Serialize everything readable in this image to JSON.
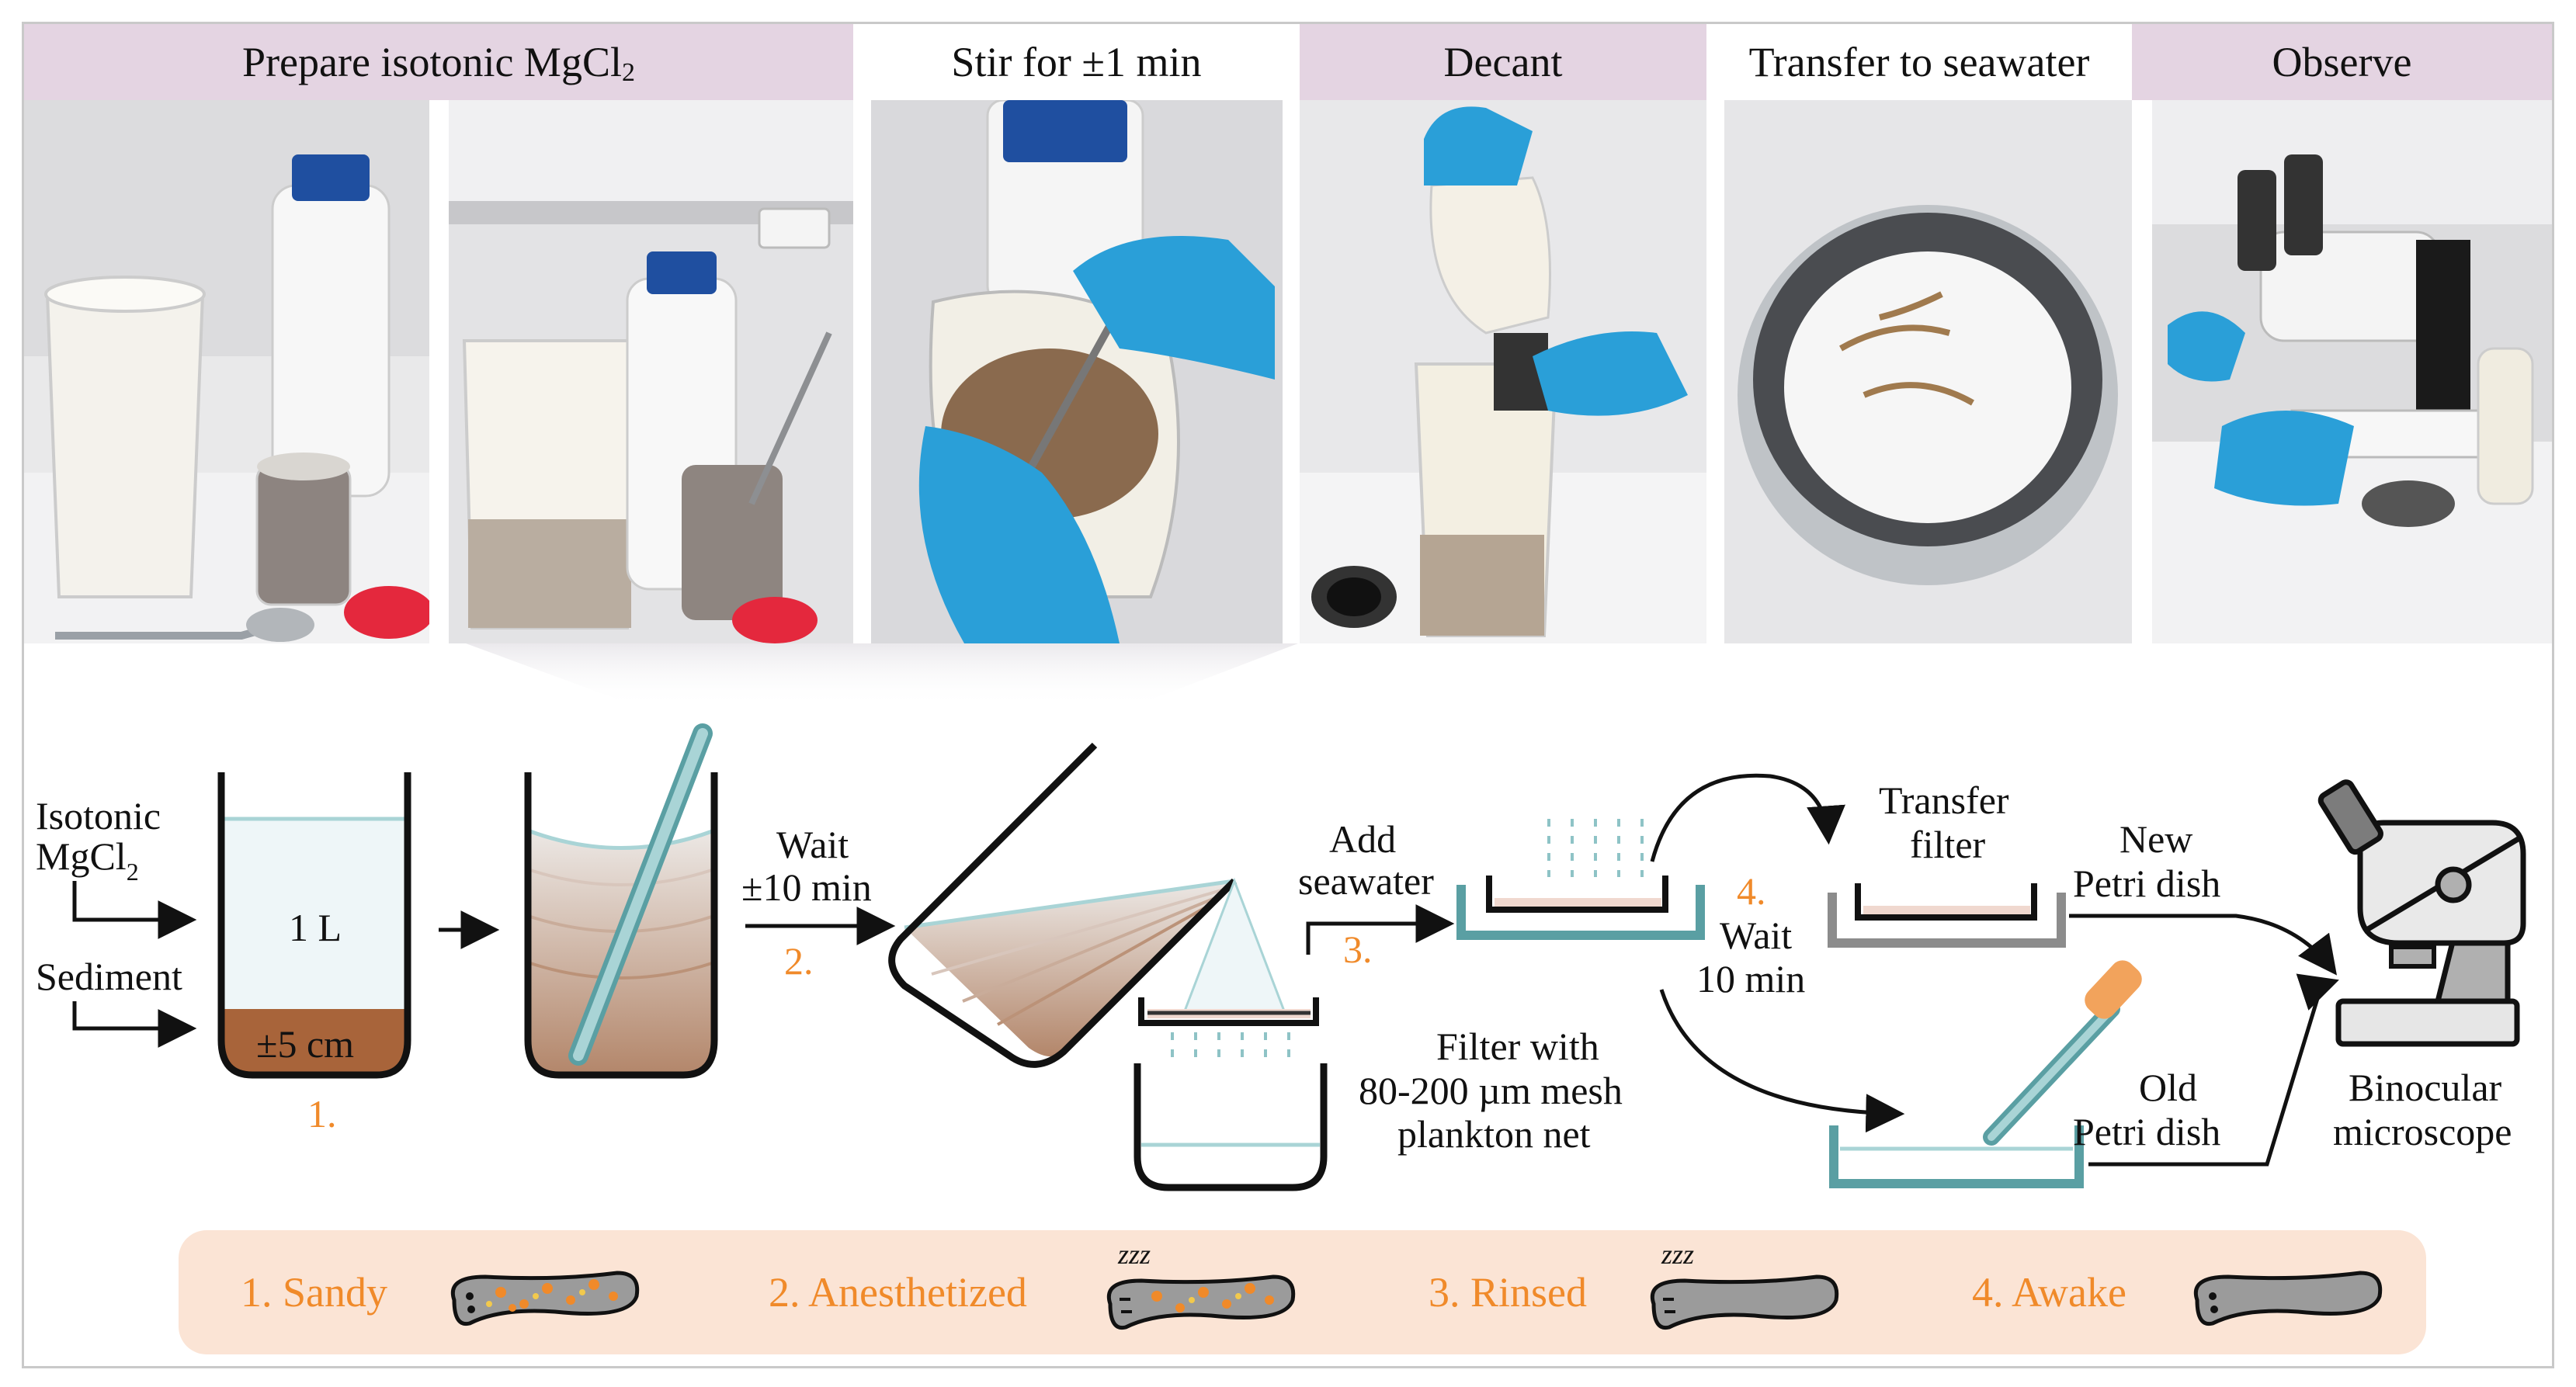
{
  "headers": {
    "prepare": "Prepare isotonic MgCl",
    "prepare_sub": "2",
    "stir": "Stir for ±1 min",
    "decant": "Decant",
    "transfer": "Transfer to seawater",
    "observe": "Observe"
  },
  "diagram": {
    "isotonic_line1": "Isotonic",
    "isotonic_line2": "MgCl",
    "isotonic_sub": "2",
    "sediment": "Sediment",
    "volume": "1 L",
    "depth": "±5 cm",
    "step1": "1.",
    "wait1_line1": "Wait",
    "wait1_line2": "±10 min",
    "step2": "2.",
    "add_line1": "Add",
    "add_line2": "seawater",
    "step3": "3.",
    "filter_line1": "Filter with",
    "filter_line2": "80-200 µm mesh",
    "filter_line3": "plankton net",
    "step4": "4.",
    "wait2_line1": "Wait",
    "wait2_line2": "10 min",
    "transfer_line1": "Transfer",
    "transfer_line2": "filter",
    "new_line1": "New",
    "new_line2": "Petri dish",
    "old_line1": "Old",
    "old_line2": "Petri dish",
    "micro_line1": "Binocular",
    "micro_line2": "microscope",
    "zzz": "zzz"
  },
  "legend": [
    {
      "label": "1. Sandy"
    },
    {
      "label": "2. Anesthetized"
    },
    {
      "label": "3. Rinsed"
    },
    {
      "label": "4. Awake"
    }
  ],
  "colors": {
    "orange": "#f08a2a",
    "teal": "#5a9fa3",
    "sediment_brown": "#a8643a",
    "legend_bg": "#fbe4d5",
    "header_purple": "#e4d4e2",
    "glove_blue": "#2a9fd8"
  },
  "icons": [
    "beaker-icon",
    "stirring-rod-icon",
    "tilted-beaker-icon",
    "filter-sieve-icon",
    "petri-dish-icon",
    "pipette-icon",
    "microscope-icon",
    "worm-icon"
  ]
}
